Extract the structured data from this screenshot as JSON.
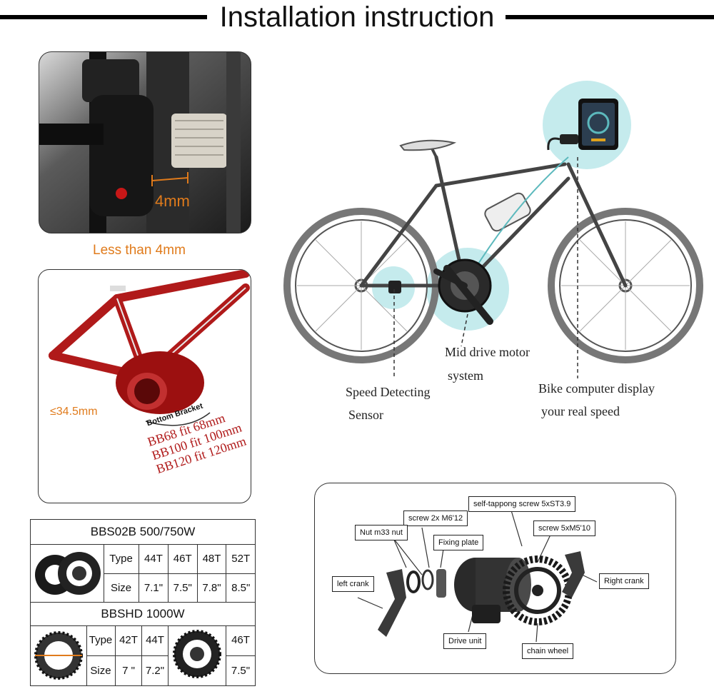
{
  "header": {
    "title": "Installation instruction"
  },
  "sensor_gap": {
    "gap_label": "4mm",
    "caption": "Less than 4mm"
  },
  "frame": {
    "diameter_label": "≤34.5mm",
    "bracket_label": "Bottom Bracket",
    "fit_lines": [
      "BB68 fit 68mm",
      "BB100 fit 100mm",
      "BB120 fit 120mm"
    ]
  },
  "bike": {
    "mid_drive_line1": "Mid drive motor",
    "mid_drive_line2": "system",
    "speed_line1": "Speed Detecting",
    "speed_line2": "Sensor",
    "display_line1": "Bike computer display",
    "display_line2": "your real speed"
  },
  "spec_table": {
    "bbs02b_title": "BBS02B 500/750W",
    "bbs02b_types": [
      "44T",
      "46T",
      "48T",
      "52T"
    ],
    "bbs02b_sizes": [
      "7.1\"",
      "7.5\"",
      "7.8\"",
      "8.5\""
    ],
    "bbshd_title": "BBSHD 1000W",
    "bbshd_types": [
      "42T",
      "44T",
      "46T"
    ],
    "bbshd_sizes": [
      "7 \"",
      "7.2\"",
      "7.5\""
    ],
    "type_label": "Type",
    "size_label": "Size"
  },
  "parts": {
    "self_tapping": "self-tappong screw 5xST3.9",
    "screw_m6": "screw 2x M6'12",
    "nut_m33": "Nut m33 nut",
    "fixing_plate": "Fixing plate",
    "screw_m5": "screw 5xM5'10",
    "left_crank": "left crank",
    "right_crank": "Right crank",
    "drive_unit": "Drive unit",
    "chain_wheel": "chain wheel"
  },
  "colors": {
    "accent_orange": "#e07b1c",
    "frame_red": "#b01a1a",
    "highlight_teal": "#7fd3d6"
  }
}
